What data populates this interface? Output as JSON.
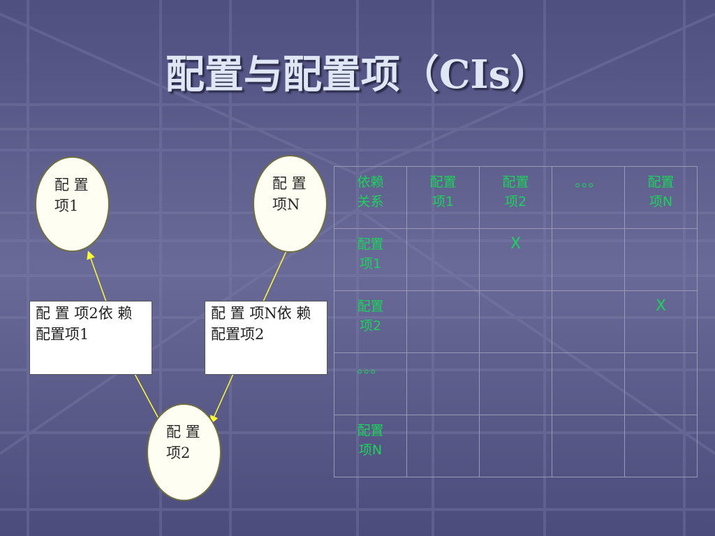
{
  "title": "配置与配置项（CIs）",
  "nodes": {
    "ci1": {
      "line1": "配 置",
      "line2": "项1"
    },
    "ciN": {
      "line1": "配 置",
      "line2": "项N"
    },
    "ci2": {
      "line1": "配 置",
      "line2": "项2"
    }
  },
  "boxes": {
    "dep21": {
      "line1": "配 置 项2依 赖",
      "line2": "配置项1"
    },
    "depN2": {
      "line1": "配 置 项N依 赖",
      "line2": "配置项2"
    }
  },
  "matrix": {
    "header": [
      {
        "line1": "依赖",
        "line2": "关系"
      },
      {
        "line1": "配置",
        "line2": "项1"
      },
      {
        "line1": "配置",
        "line2": "项2"
      },
      {
        "line1": "。。。",
        "line2": ""
      },
      {
        "line1": "配置",
        "line2": "项N"
      }
    ],
    "rows": [
      {
        "line1": "配置",
        "line2": "项1",
        "cells": [
          "",
          "X",
          "",
          ""
        ]
      },
      {
        "line1": "配置",
        "line2": "项2",
        "cells": [
          "",
          "",
          "",
          "X"
        ]
      },
      {
        "line1": "。。。",
        "line2": "",
        "cells": [
          "",
          "",
          "",
          ""
        ]
      },
      {
        "line1": "配置",
        "line2": "项N",
        "cells": [
          "",
          "",
          "",
          ""
        ]
      }
    ]
  },
  "colors": {
    "arrow": "#ffff33",
    "matrix_text": "#1bd35a",
    "grid_line": "#9a9ab8"
  }
}
